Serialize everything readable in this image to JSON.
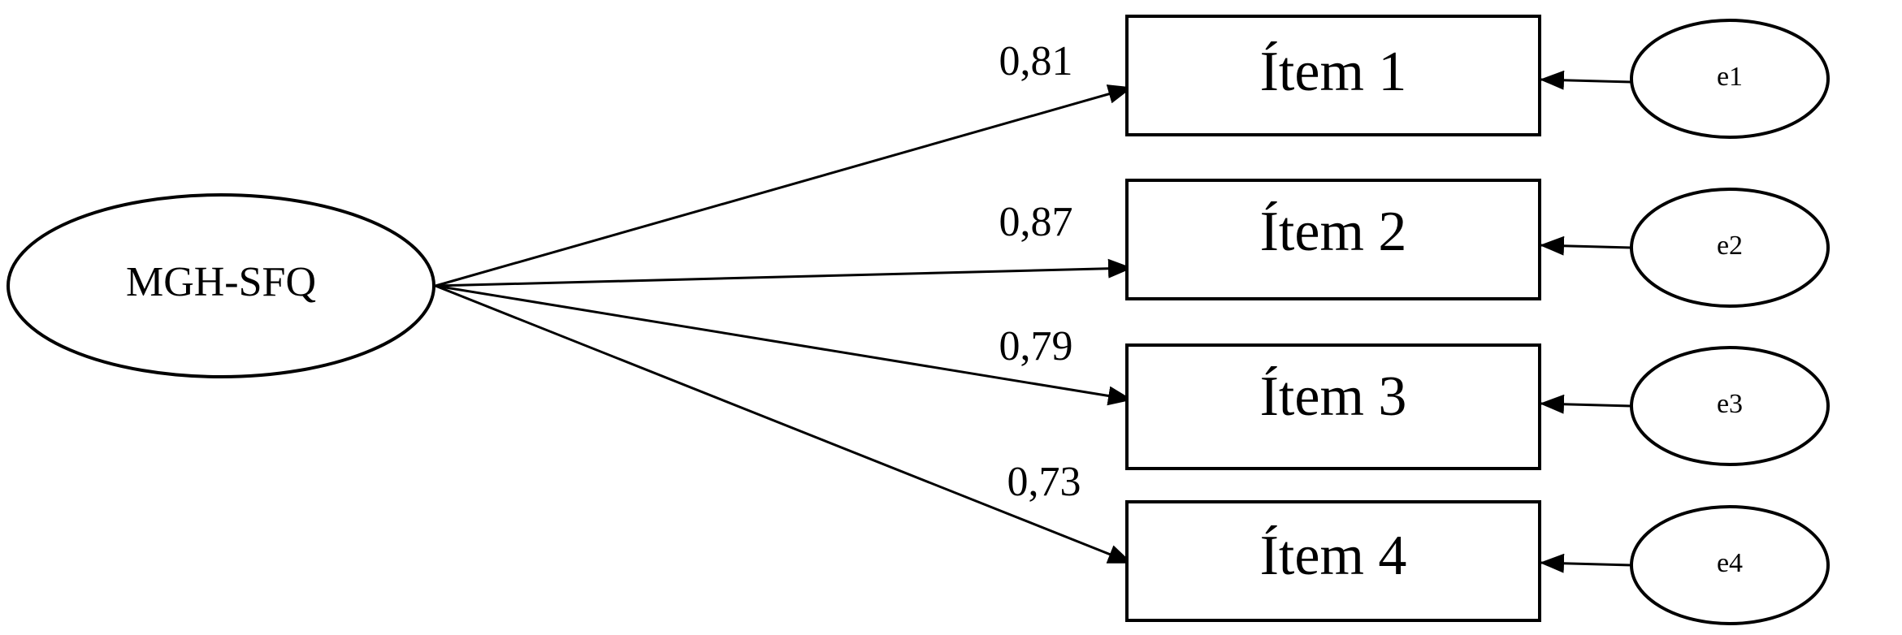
{
  "latent": {
    "label": "MGH-SFQ"
  },
  "items": [
    {
      "label": "Ítem 1",
      "loading": "0,81",
      "error": "e1"
    },
    {
      "label": "Ítem 2",
      "loading": "0,87",
      "error": "e2"
    },
    {
      "label": "Ítem 3",
      "loading": "0,79",
      "error": "e3"
    },
    {
      "label": "Ítem 4",
      "loading": "0,73",
      "error": "e4"
    }
  ]
}
